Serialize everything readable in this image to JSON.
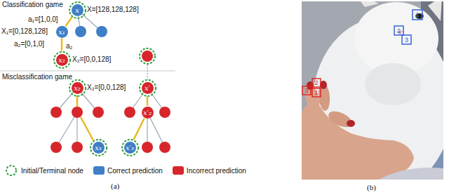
{
  "diagram": {
    "nodes": [
      {
        "text": [
          "x"
        ]
      },
      {
        "text": [
          "x₁"
        ]
      },
      {
        "text": [
          "x₂"
        ]
      },
      {
        "text": [
          "x₂"
        ]
      },
      {
        "text": [
          "x₃"
        ]
      },
      {
        "text": [
          "x′"
        ]
      },
      {
        "text": [
          "x′₂"
        ]
      },
      {
        "text": [
          "x′₃"
        ]
      }
    ],
    "edges": [
      {
        "from": 0,
        "to": 1,
        "arrow": "none",
        "label": "a₁=[1,0,0]"
      },
      {
        "from": 1,
        "to": 2,
        "arrow": "none",
        "label": "a₂"
      },
      {
        "from": 5,
        "to": 6,
        "arrow": "none"
      },
      {
        "from": 6,
        "to": 7,
        "arrow": "none"
      }
    ],
    "labels": [
      "Classification game",
      "X=[128,128,128]",
      "X₁=[0,128,128]",
      "a₂=[0,1,0]",
      "X₂=[0,0,128]",
      "Misclassification game",
      "X₂=[0,0,128]",
      "(a)",
      "1",
      "2",
      "3",
      "3",
      "2",
      "1",
      "(b)"
    ],
    "legend": [
      {
        "text": "Initial/Terminal node"
      },
      {
        "text": "Correct prediction",
        "color": "#3f7fc6"
      },
      {
        "text": "Incorrect prediction",
        "color": "#d7262b"
      }
    ]
  }
}
